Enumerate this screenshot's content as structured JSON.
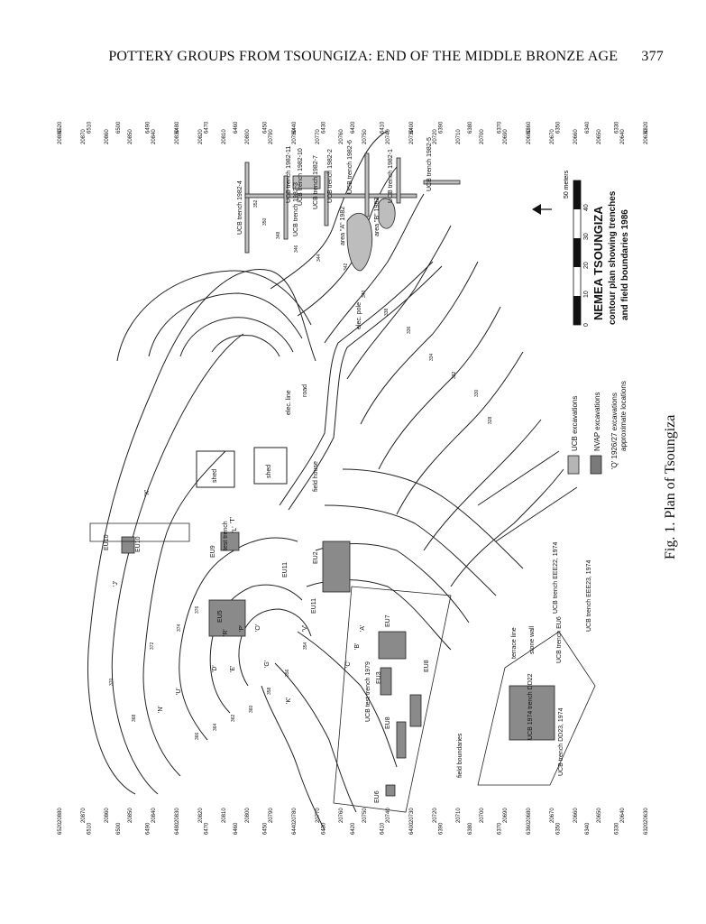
{
  "header": {
    "running_title": "POTTERY GROUPS FROM TSOUNGIZA: END OF THE MIDDLE BRONZE AGE",
    "page_number": "377"
  },
  "figure": {
    "caption": "Fig. 1. Plan of Tsoungiza",
    "map_title": "NEMEA TSOUNGIZA",
    "map_subtitle_1": "contour plan showing trenches",
    "map_subtitle_2": "and field boundaries 1986",
    "scale_label": "50 meters",
    "scale_ticks": [
      "0",
      "10",
      "20",
      "30",
      "40"
    ],
    "legend": [
      {
        "label": "UCB excavations",
        "swatch": "#b5b5b5"
      },
      {
        "label": "NVAP excavations",
        "swatch": "#7a7a7a"
      },
      {
        "label": "'Q'  1926/27 excavations",
        "swatch": "none"
      },
      {
        "label": "approximate locations",
        "swatch": "none"
      }
    ],
    "grid_top": [
      "20880",
      "20870",
      "20860",
      "20850",
      "20840",
      "20830",
      "20820",
      "20810",
      "20800",
      "20790",
      "20780",
      "20770",
      "20760",
      "20750",
      "20740",
      "20730",
      "20720",
      "20710",
      "20700",
      "20690",
      "20680",
      "20670",
      "20660",
      "20650",
      "20640",
      "20630"
    ],
    "grid_left": [
      "6520",
      "6510",
      "6500",
      "6490",
      "6480",
      "6470",
      "6460",
      "6450",
      "6440",
      "6430",
      "6420",
      "6410",
      "6400",
      "6390",
      "6380",
      "6370",
      "6360",
      "6350",
      "6340",
      "6330",
      "6320"
    ],
    "labels": {
      "ucb_1982_4": "UCB trench 1982-4",
      "ucb_1982_11": "UCB trench 1982-11",
      "ucb_1982_10": "UCB trench 1982-10",
      "ucb_1982_7": "UCB trench 1982-7",
      "ucb_1982_2": "UCB trench 1982-2",
      "ucb_1982_6": "UCB trench 1982-6",
      "ucb_1982_1": "UCB trench 1982-1",
      "ucb_1982_5": "UCB trench 1982-5",
      "ucb_1982_3": "UCB trench 1982-3",
      "area_a": "area \"A\" 1982",
      "area_b": "area \"B\" 1982",
      "elec_pole": "elec. pole",
      "elec_line": "elec. line",
      "road": "road",
      "shed_1": "shed",
      "shed_2": "shed",
      "field_house": "field house",
      "eu10a": "EU10",
      "eu10b": "EU10",
      "eu9": "EU9",
      "test_trench": "test trench",
      "eu5": "EU5",
      "eu2": "EU2",
      "eu11a": "EU11",
      "eu11b": "EU11",
      "eu7": "EU7",
      "eu3": "EU3",
      "eu8a": "EU8",
      "eu8b": "EU8",
      "eu6": "EU6",
      "ucb_test_1979": "UCB test trench 1979",
      "field_boundaries": "field boundaries",
      "ucb_1974": "UCB 1974 trench DD22",
      "ucb_dd23": "UCB trench DD23, 1974",
      "ucb_eee22": "UCB trench EEE22, 1974",
      "ucb_eee23": "UCB trench EEE23, 1974",
      "ucb_eu6": "UCB trench EU6",
      "terrace_line": "terrace line",
      "stone_wall": "stone wall",
      "q_a": "'A'",
      "q_b": "'B'",
      "q_c": "'C'",
      "q_d": "'D'",
      "q_e": "'E'",
      "q_l": "'L'",
      "q_t": "'T'",
      "q_k": "'K'",
      "q_n": "'N'",
      "q_o": "'O'",
      "q_p": "'P'",
      "q_r": "'R'",
      "q_u": "'U'",
      "q_v": "'V'",
      "q_x": "'X'",
      "q_g": "'G'",
      "q_j": "'J'"
    },
    "contours": [
      "328",
      "330",
      "332",
      "334",
      "336",
      "338",
      "340",
      "342",
      "344",
      "346",
      "348",
      "350",
      "352",
      "354",
      "356",
      "358",
      "360",
      "362",
      "364",
      "366",
      "368",
      "370",
      "372",
      "374",
      "376"
    ]
  }
}
